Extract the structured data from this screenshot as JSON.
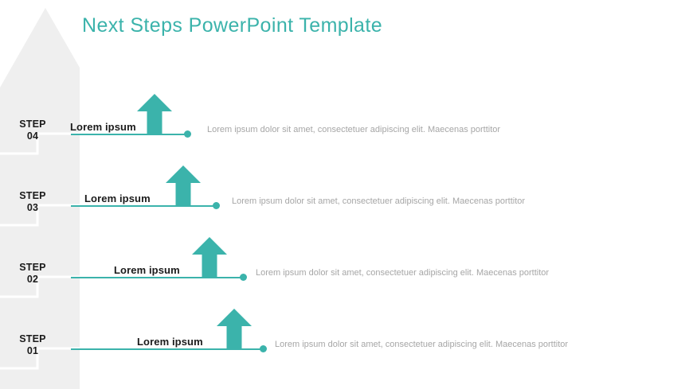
{
  "title": "Next Steps PowerPoint Template",
  "theme": {
    "accent": "#3BB3AB",
    "background": "#ffffff",
    "shape_gray": "#EFEFEF",
    "text_dark": "#1b1b1b",
    "text_muted": "#a6a6a6"
  },
  "steps": [
    {
      "number_word": "STEP",
      "number_digits": "04",
      "label": "Lorem ipsum",
      "description": "Lorem ipsum dolor sit amet, consectetuer adipiscing elit. Maecenas porttitor"
    },
    {
      "number_word": "STEP",
      "number_digits": "03",
      "label": "Lorem ipsum",
      "description": "Lorem ipsum dolor sit amet, consectetuer adipiscing elit. Maecenas porttitor"
    },
    {
      "number_word": "STEP",
      "number_digits": "02",
      "label": "Lorem ipsum",
      "description": "Lorem ipsum dolor sit amet, consectetuer adipiscing elit. Maecenas porttitor"
    },
    {
      "number_word": "STEP",
      "number_digits": "01",
      "label": "Lorem ipsum",
      "description": "Lorem ipsum dolor sit amet, consectetuer adipiscing elit. Maecenas porttitor"
    }
  ],
  "icons": {
    "arrow": "up-arrow-icon",
    "dot": "endpoint-dot-icon"
  }
}
